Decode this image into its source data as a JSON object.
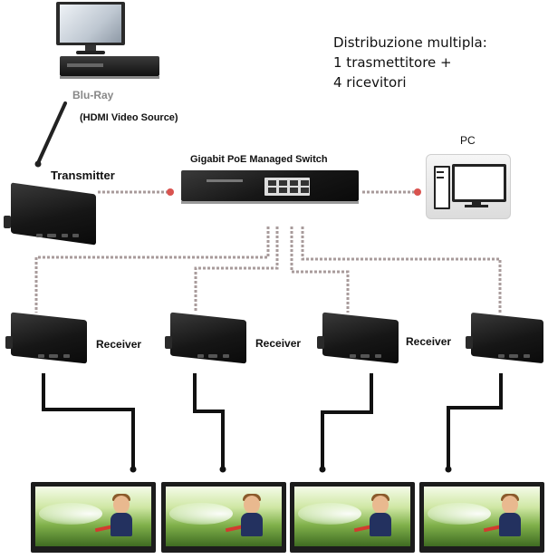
{
  "labels": {
    "source": "Blu-Ray",
    "source_sub": "(HDMI Video Source)",
    "transmitter": "Transmitter",
    "switch": "Gigabit PoE Managed Switch",
    "pc": "PC",
    "receiver": "Receiver"
  },
  "note": {
    "line1": "Distribuzione multipla:",
    "line2": "1 trasmettitore +",
    "line3": "4 ricevitori"
  },
  "colors": {
    "device": "#161616",
    "cable_dotted": "#a89b9b",
    "cable_dot": "#d9534f",
    "hdmi_cable": "#222222"
  },
  "icons": [
    "monitor-icon",
    "bluray-player-icon",
    "transmitter-icon",
    "switch-icon",
    "pc-icon",
    "receiver-icon",
    "tv-icon"
  ]
}
